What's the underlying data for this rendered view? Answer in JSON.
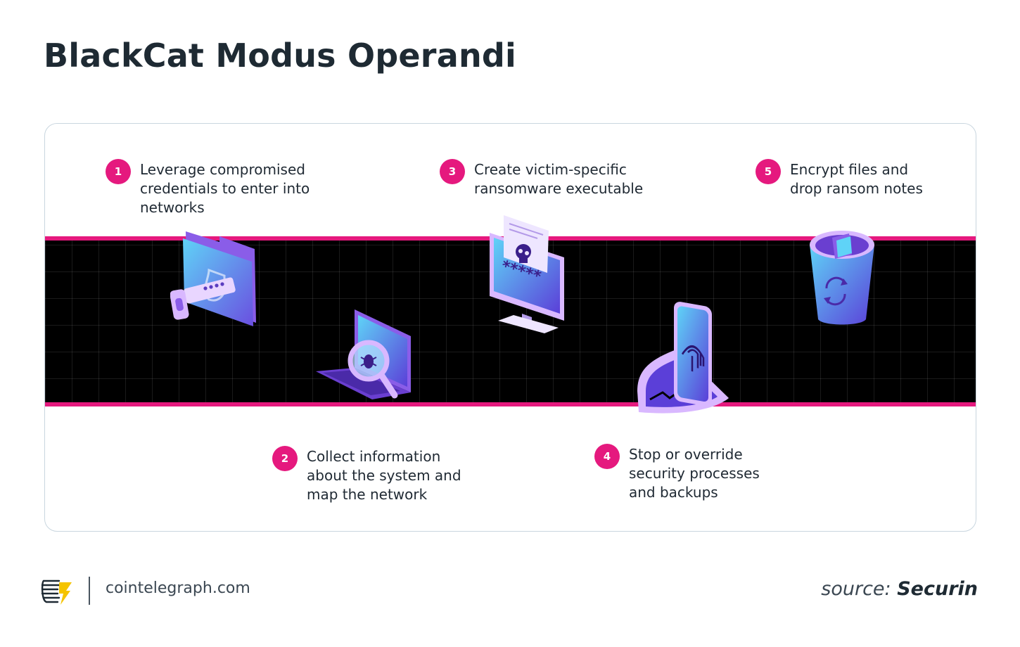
{
  "title": "BlackCat Modus Operandi",
  "steps": [
    {
      "number": "1",
      "text": "Leverage compromised\ncredentials to enter into\nnetworks"
    },
    {
      "number": "2",
      "text": "Collect information\nabout the system and\nmap the network"
    },
    {
      "number": "3",
      "text": "Create victim-specific\nransomware executable"
    },
    {
      "number": "4",
      "text": "Stop or override\nsecurity processes\nand backups"
    },
    {
      "number": "5",
      "text": "Encrypt files and\ndrop ransom notes"
    }
  ],
  "illustrations": {
    "password_field": "*****"
  },
  "footer": {
    "site": "cointelegraph.com",
    "source_label": "source:",
    "source_value": "Securin"
  },
  "colors": {
    "accent": "#e5197e",
    "band": "#000000",
    "title": "#1e2a33"
  }
}
